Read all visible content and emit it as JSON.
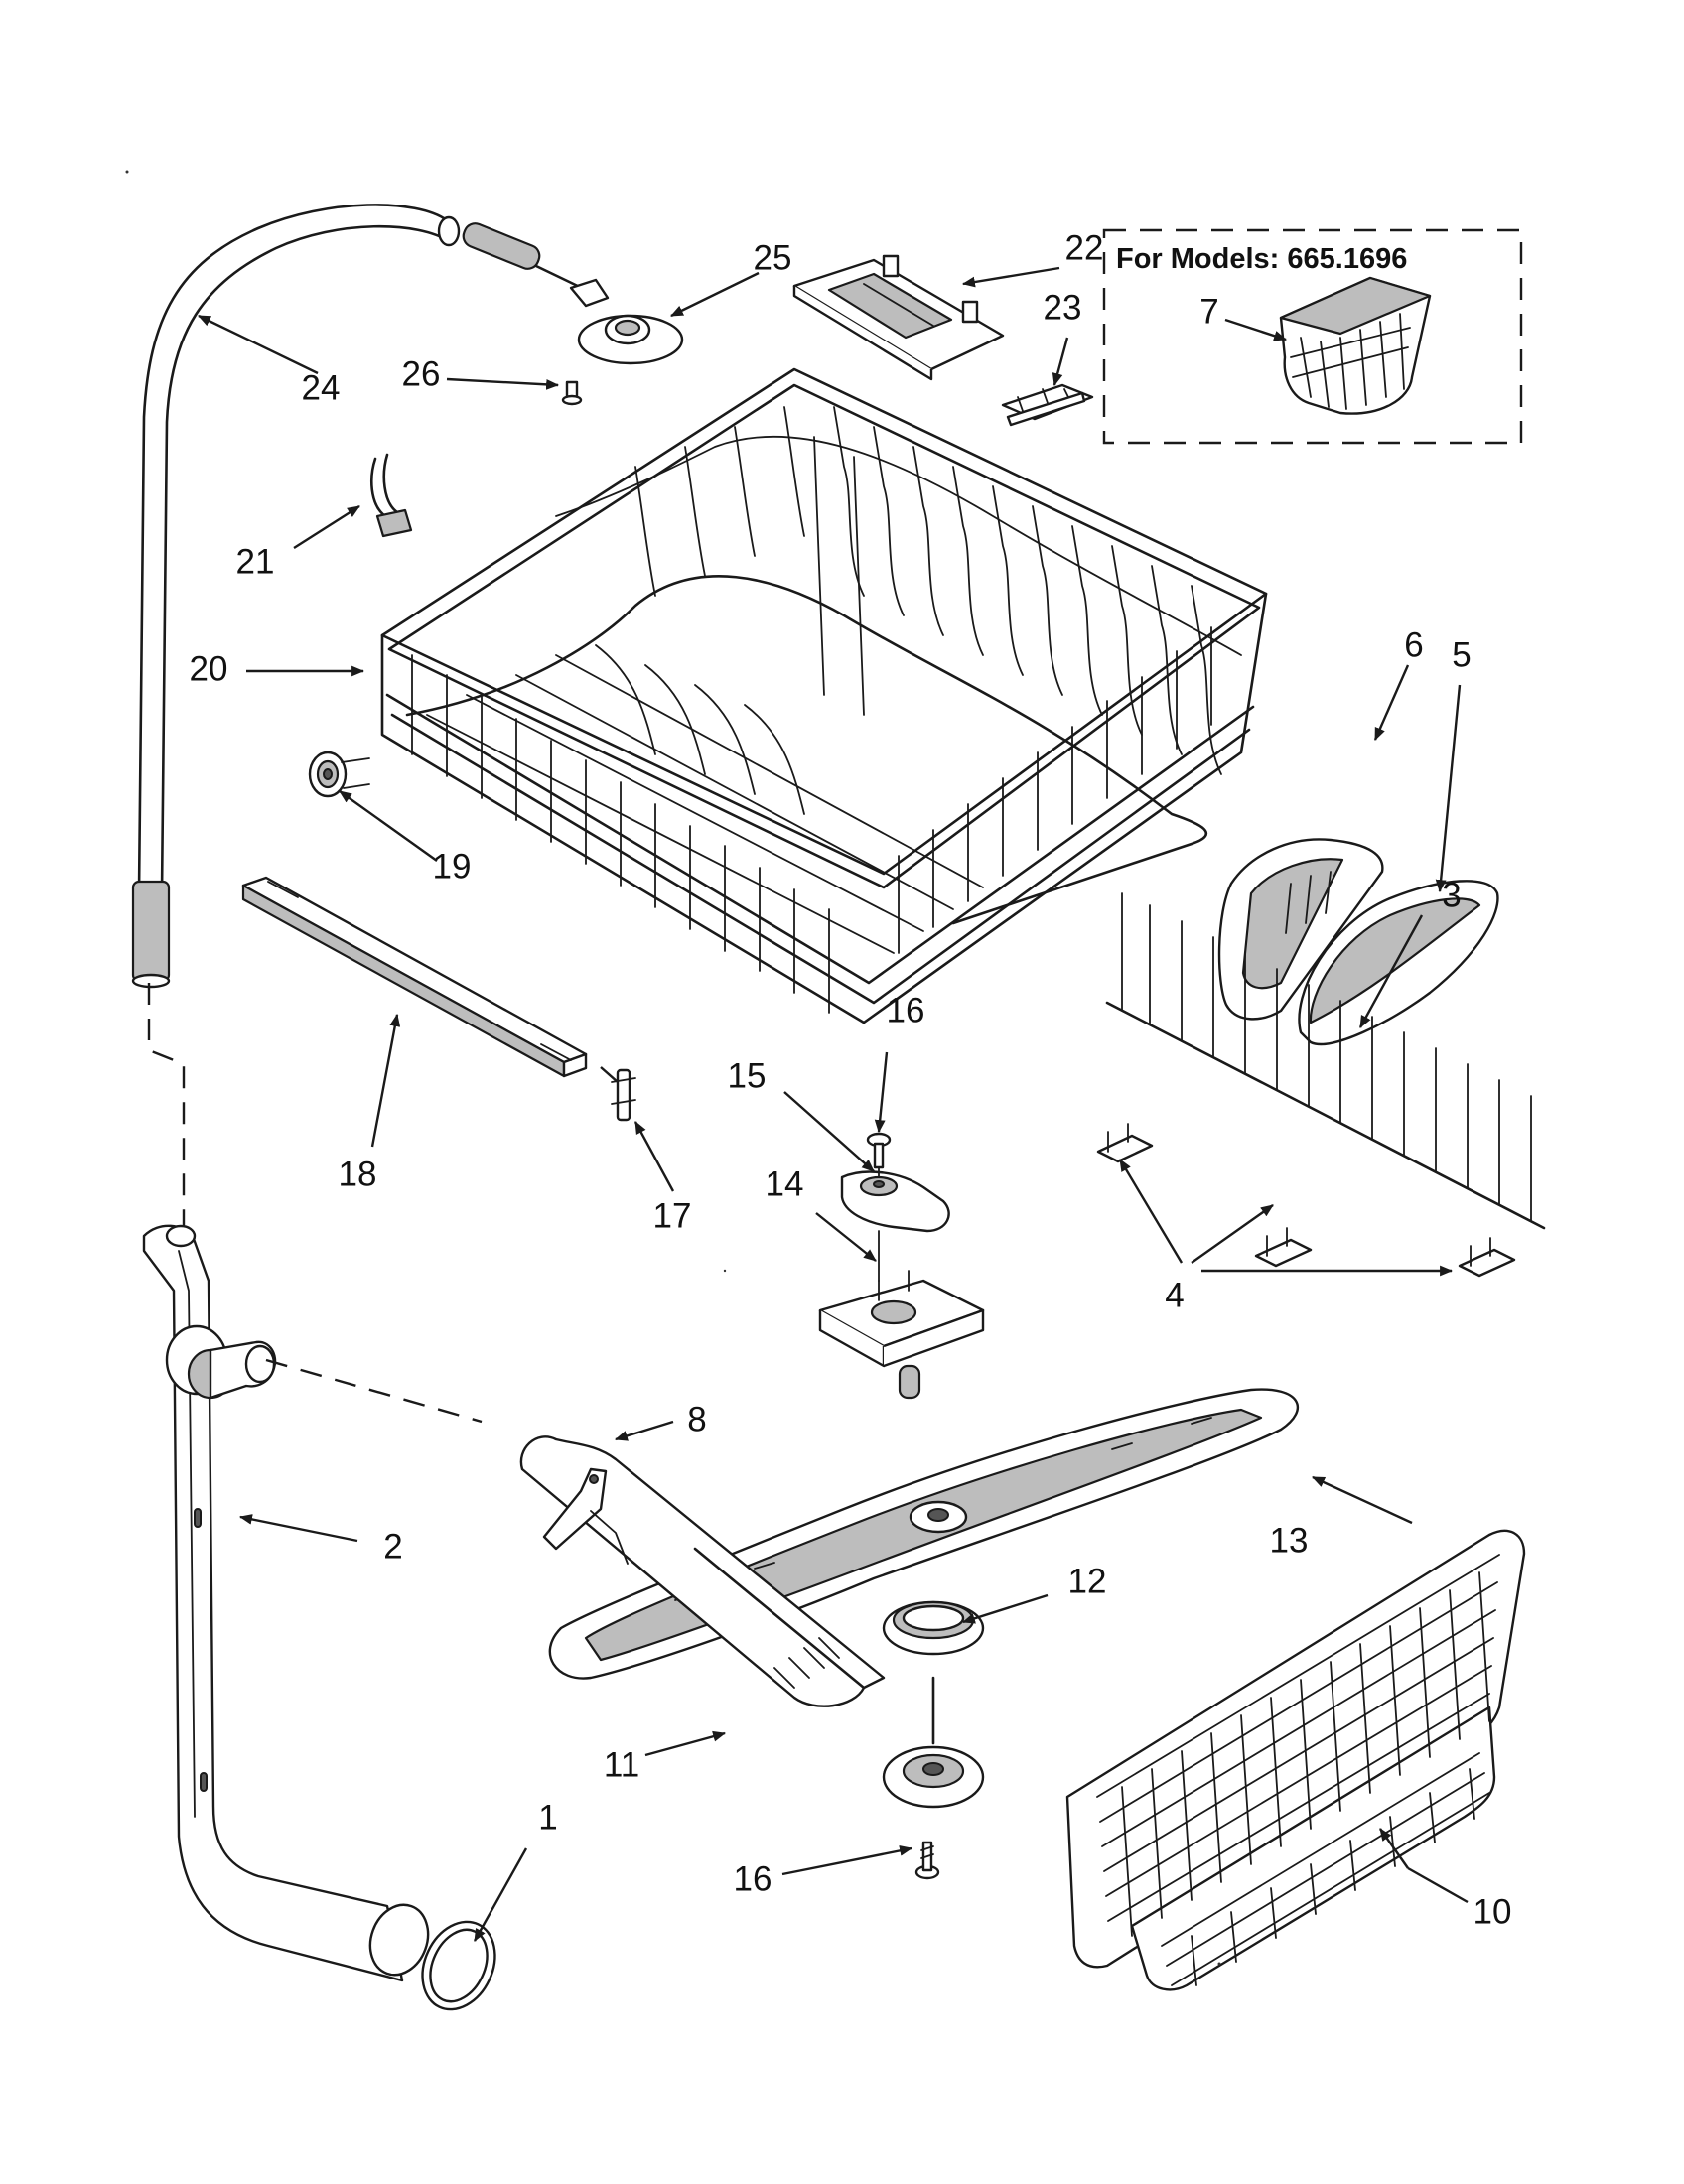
{
  "models_note": "For Models: 665.1696",
  "callouts": [
    {
      "id": "c1",
      "text": "1"
    },
    {
      "id": "c2",
      "text": "2"
    },
    {
      "id": "c3",
      "text": "3"
    },
    {
      "id": "c4",
      "text": "4"
    },
    {
      "id": "c5",
      "text": "5"
    },
    {
      "id": "c6",
      "text": "6"
    },
    {
      "id": "c7",
      "text": "7"
    },
    {
      "id": "c8",
      "text": "8"
    },
    {
      "id": "c10",
      "text": "10"
    },
    {
      "id": "c11",
      "text": "11"
    },
    {
      "id": "c12",
      "text": "12"
    },
    {
      "id": "c13",
      "text": "13"
    },
    {
      "id": "c14",
      "text": "14"
    },
    {
      "id": "c15",
      "text": "15"
    },
    {
      "id": "c16a",
      "text": "16"
    },
    {
      "id": "c16b",
      "text": "16"
    },
    {
      "id": "c17",
      "text": "17"
    },
    {
      "id": "c18",
      "text": "18"
    },
    {
      "id": "c19",
      "text": "19"
    },
    {
      "id": "c20",
      "text": "20"
    },
    {
      "id": "c21",
      "text": "21"
    },
    {
      "id": "c22",
      "text": "22"
    },
    {
      "id": "c23",
      "text": "23"
    },
    {
      "id": "c24",
      "text": "24"
    },
    {
      "id": "c25",
      "text": "25"
    },
    {
      "id": "c26",
      "text": "26"
    }
  ]
}
